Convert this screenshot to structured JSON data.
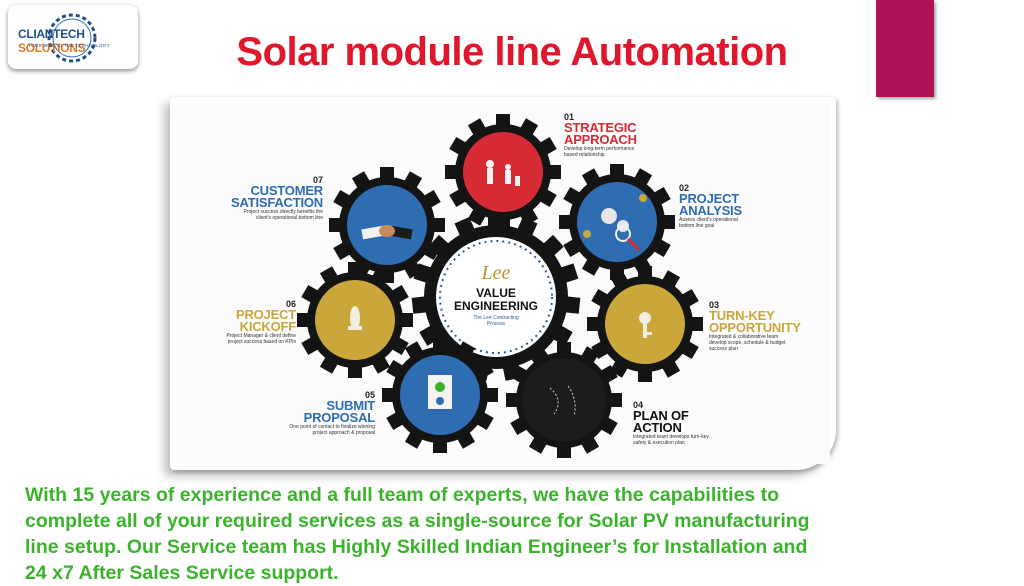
{
  "logo": {
    "word1": "CLIANTECH",
    "word2": "SOLUTIONS",
    "tagline": "YOUR WAY TO THE TECHNOLOGY"
  },
  "title": "Solar module line Automation",
  "diagram": {
    "center": {
      "script": "Lee",
      "title_line1": "VALUE",
      "title_line2": "ENGINEERING",
      "subtitle_line1": "The Lee Contracting",
      "subtitle_line2": "Process"
    },
    "steps": [
      {
        "num": "01",
        "line1": "STRATEGIC",
        "line2": "APPROACH",
        "desc1": "Develop long-term performance",
        "desc2": "based relationship"
      },
      {
        "num": "02",
        "line1": "PROJECT",
        "line2": "ANALYSIS",
        "desc1": "Assess client's operational",
        "desc2": "bottom line goal"
      },
      {
        "num": "03",
        "line1": "TURN-KEY",
        "line2": "OPPORTUNITY",
        "desc1": "Integrated & collaborative team",
        "desc2": "develop scope, schedule & budget",
        "desc3": "success plan"
      },
      {
        "num": "04",
        "line1": "PLAN OF",
        "line2": "ACTION",
        "desc1": "Integrated team develops turn-key",
        "desc2": "safety & execution plan"
      },
      {
        "num": "05",
        "line1": "SUBMIT",
        "line2": "PROPOSAL",
        "desc1": "One point of contact to finalize winning",
        "desc2": "project approach & proposal"
      },
      {
        "num": "06",
        "line1": "PROJECT",
        "line2": "KICKOFF",
        "desc1": "Project Manager & client define",
        "desc2": "project success based on KPIs"
      },
      {
        "num": "07",
        "line1": "CUSTOMER",
        "line2": "SATISFACTION",
        "desc1": "Project success directly benefits the",
        "desc2": "client's operational bottom line"
      }
    ]
  },
  "body": {
    "line1": "With 15 years of experience and a full team of experts, we have the capabilities to",
    "line2": "complete all of your required services as a single-source for Solar PV manufacturing",
    "line3": "line setup. Our Service team has Highly Skilled Indian Engineer’s for Installation and",
    "line4": "24 x7 After Sales Service support."
  }
}
